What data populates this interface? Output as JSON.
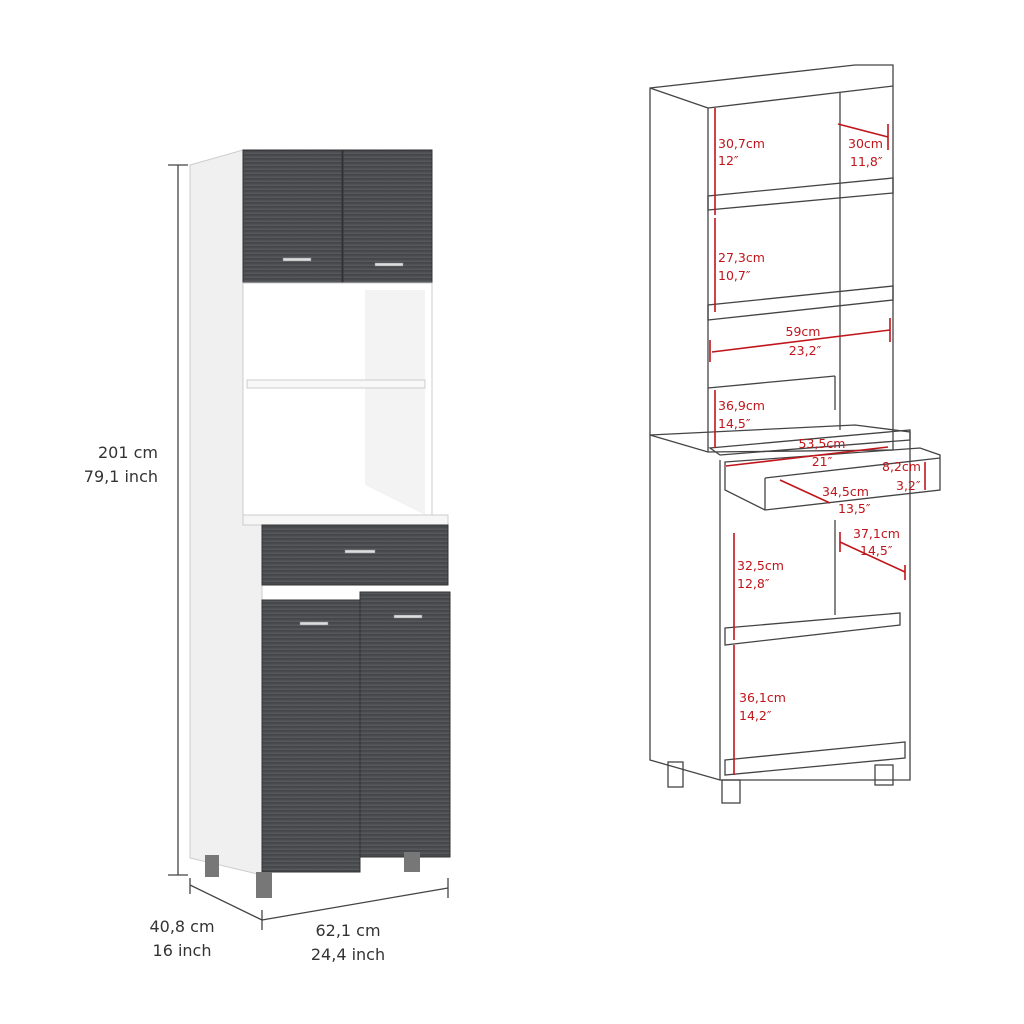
{
  "colors": {
    "dimension_red": "#c0151b",
    "door_dark": "#4a4c50",
    "body_white": "#ffffff"
  },
  "overall_dimensions": {
    "height_cm": "201 cm",
    "height_in": "79,1 inch",
    "depth_cm": "40,8 cm",
    "depth_in": "16 inch",
    "width_cm": "62,1 cm",
    "width_in": "24,4 inch"
  },
  "inner_dimensions": [
    {
      "cm": "30,7cm",
      "in": "12″"
    },
    {
      "cm": "30cm",
      "in": "11,8″"
    },
    {
      "cm": "27,3cm",
      "in": "10,7″"
    },
    {
      "cm": "59cm",
      "in": "23,2″"
    },
    {
      "cm": "36,9cm",
      "in": "14,5″"
    },
    {
      "cm": "53,5cm",
      "in": "21″"
    },
    {
      "cm": "8,2cm",
      "in": "3,2″"
    },
    {
      "cm": "34,5cm",
      "in": "13,5″"
    },
    {
      "cm": "37,1cm",
      "in": "14,5″"
    },
    {
      "cm": "32,5cm",
      "in": "12,8″"
    },
    {
      "cm": "36,1cm",
      "in": "14,2″"
    }
  ]
}
